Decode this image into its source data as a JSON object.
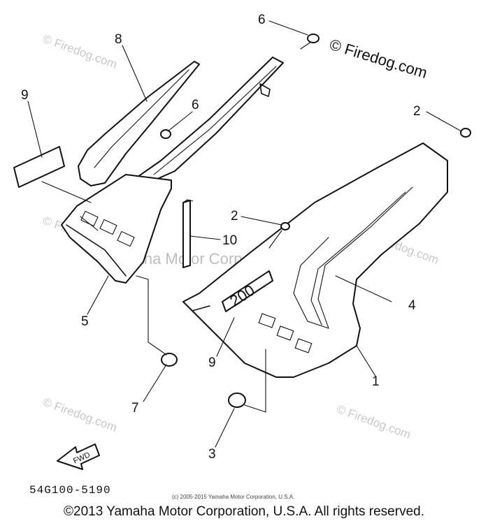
{
  "watermark": {
    "corner": "© Firedog.com",
    "repeat": "© Firedog.com",
    "center": "Yamaha Motor Corp., U.S.A"
  },
  "callouts": [
    "1",
    "2",
    "2",
    "3",
    "4",
    "5",
    "6",
    "6",
    "7",
    "8",
    "9",
    "9",
    "10"
  ],
  "fwd_label": "FWD",
  "decal_label": "200",
  "part_code": "54G100-5190",
  "small_copyright": "(c) 2005-2015 Yamaha Motor Corporation, U.S.A.",
  "footer_copyright": "©2013 Yamaha Motor Corporation, U.S.A. All rights reserved."
}
